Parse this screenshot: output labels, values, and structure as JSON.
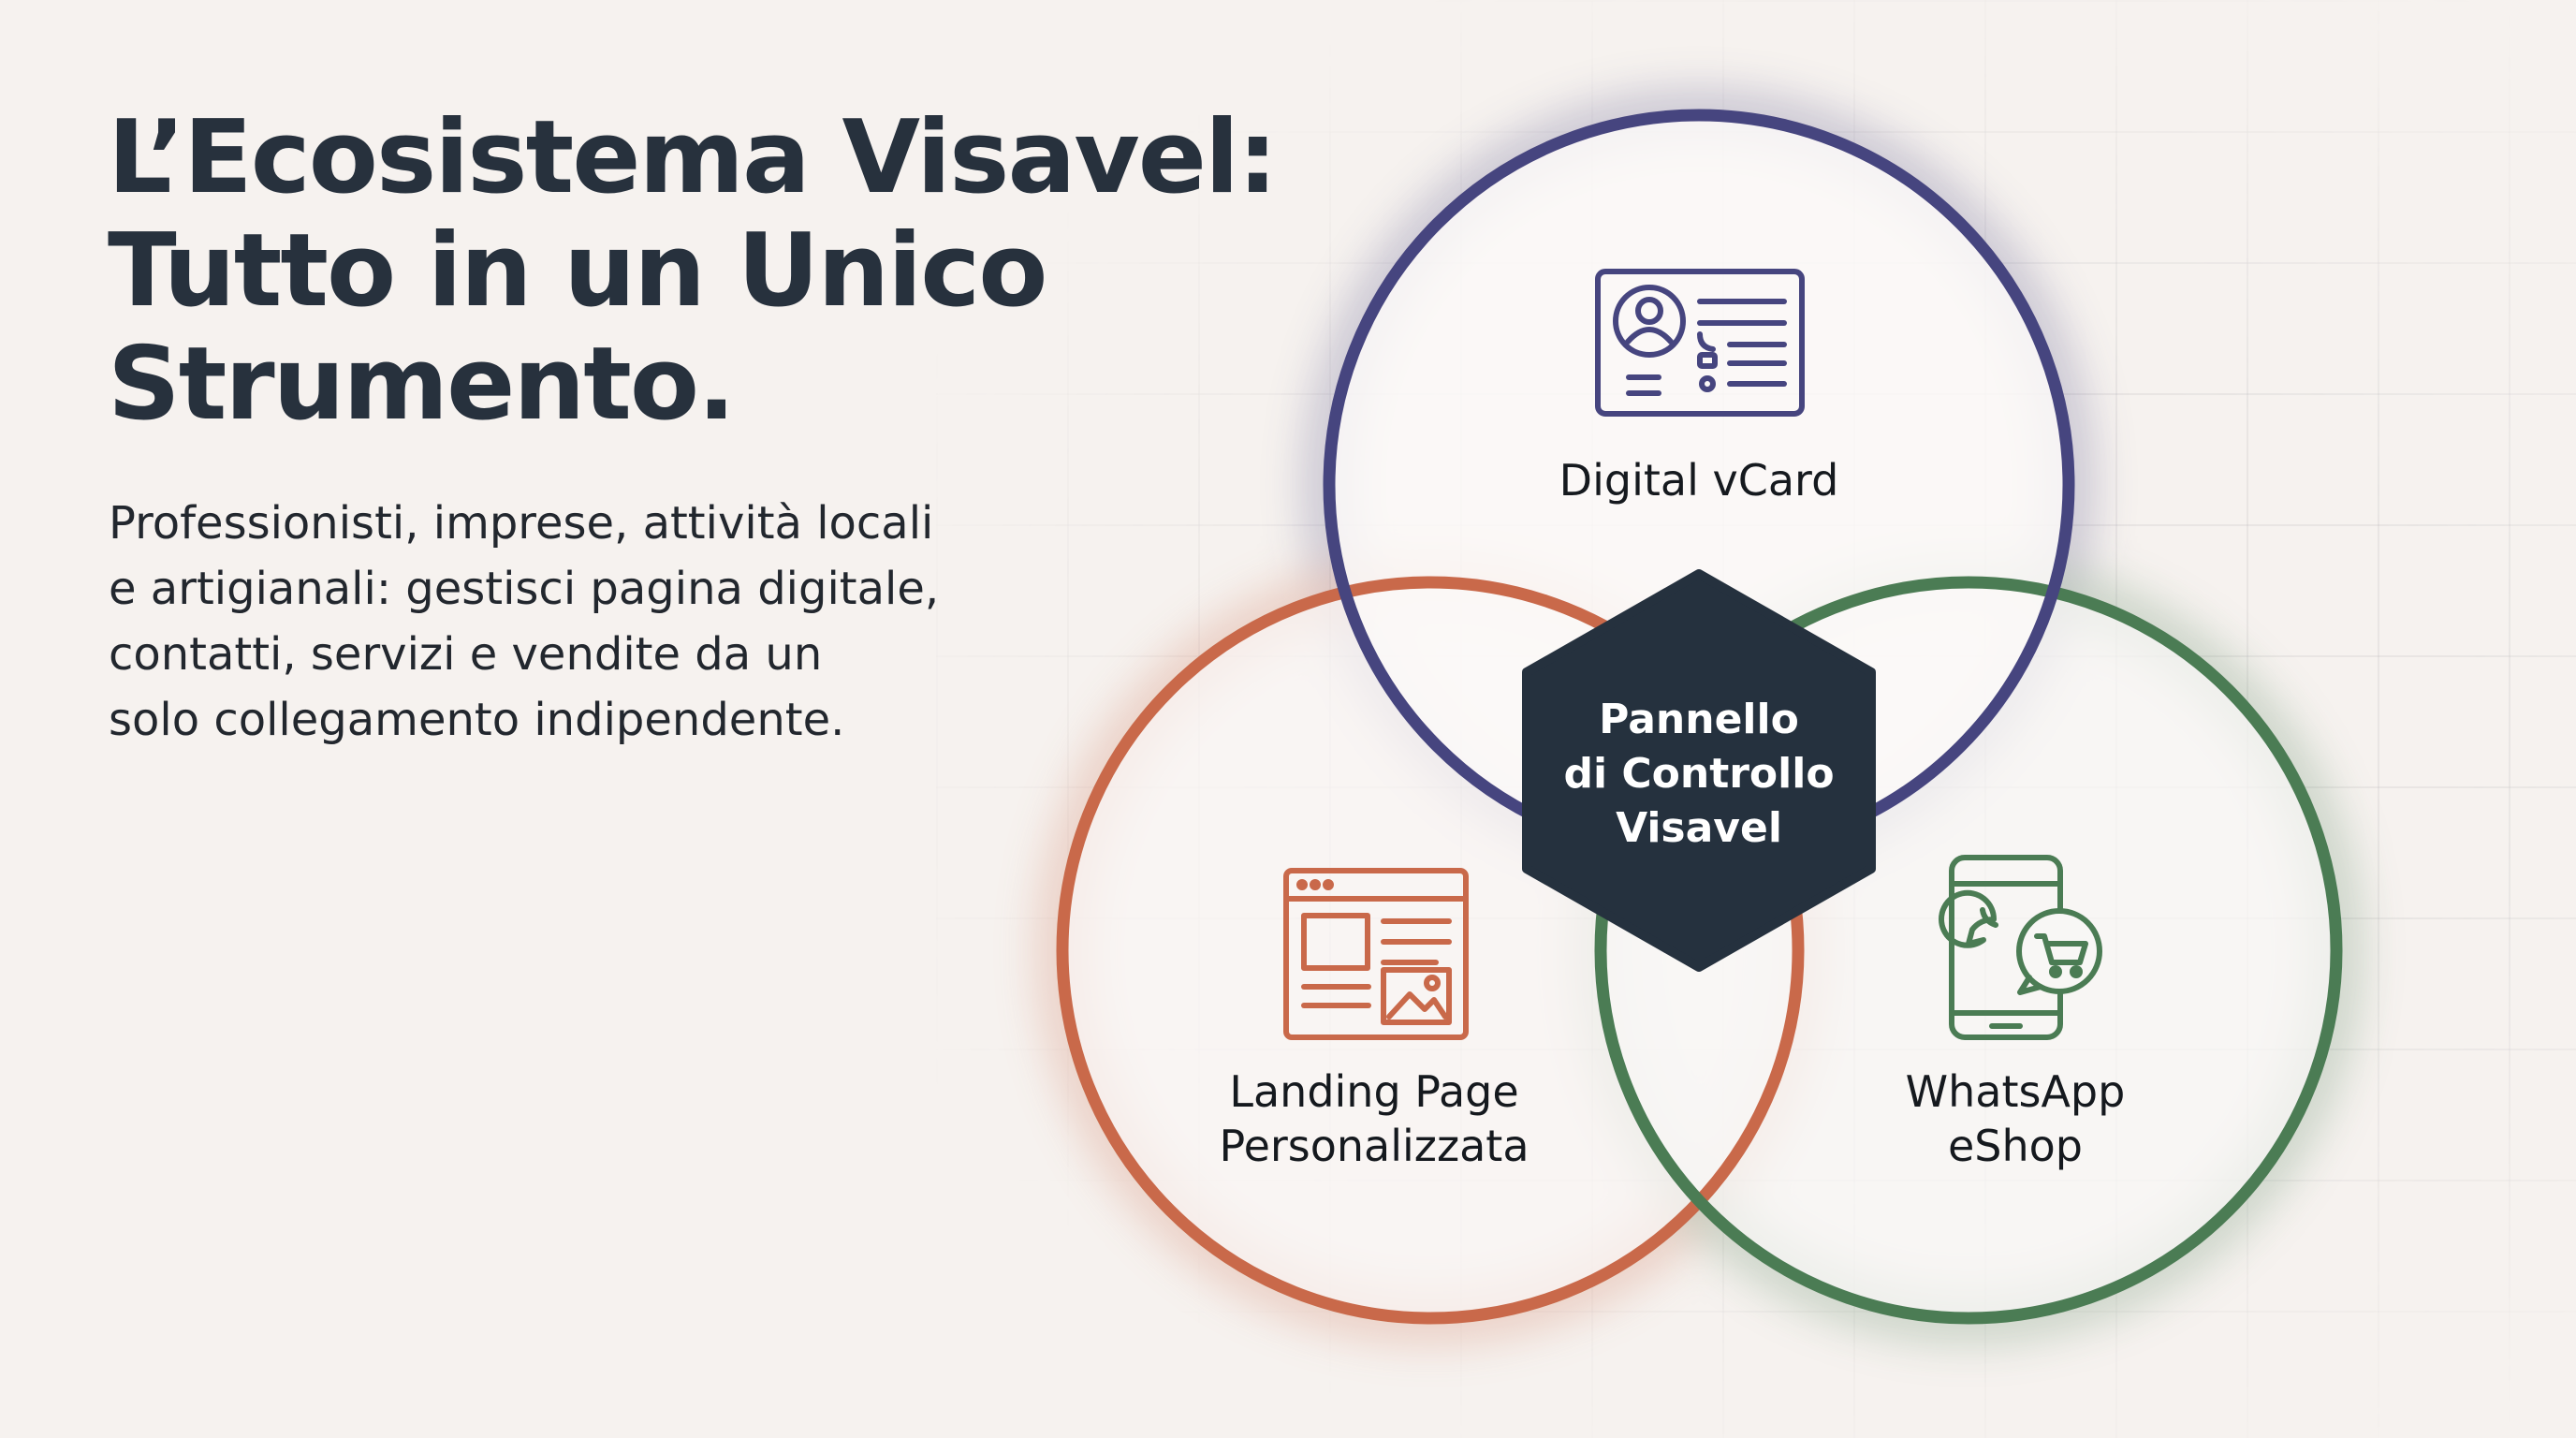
{
  "headline": {
    "lines": [
      "L’Ecosistema Visavel:",
      "Tutto in un Unico",
      "Strumento."
    ]
  },
  "description": {
    "lines": [
      "Professionisti, imprese, attività locali",
      "e artigianali: gestisci pagina digitale,",
      "contatti, servizi e vendite da un",
      "solo collegamento indipendente."
    ]
  },
  "diagram": {
    "center": {
      "lines": [
        "Pannello",
        "di Controllo",
        "Visavel"
      ]
    },
    "circles": [
      {
        "id": "vcard",
        "lines": [
          "Digital vCard"
        ],
        "color": "#46457f",
        "icon": "id-card-icon"
      },
      {
        "id": "landing",
        "lines": [
          "Landing Page",
          "Personalizzata"
        ],
        "color": "#c9694a",
        "icon": "web-page-icon"
      },
      {
        "id": "whatsapp",
        "lines": [
          "WhatsApp",
          "eShop"
        ],
        "color": "#4b7c54",
        "icon": "phone-shop-icon"
      }
    ],
    "hub_color": "#25313e"
  }
}
